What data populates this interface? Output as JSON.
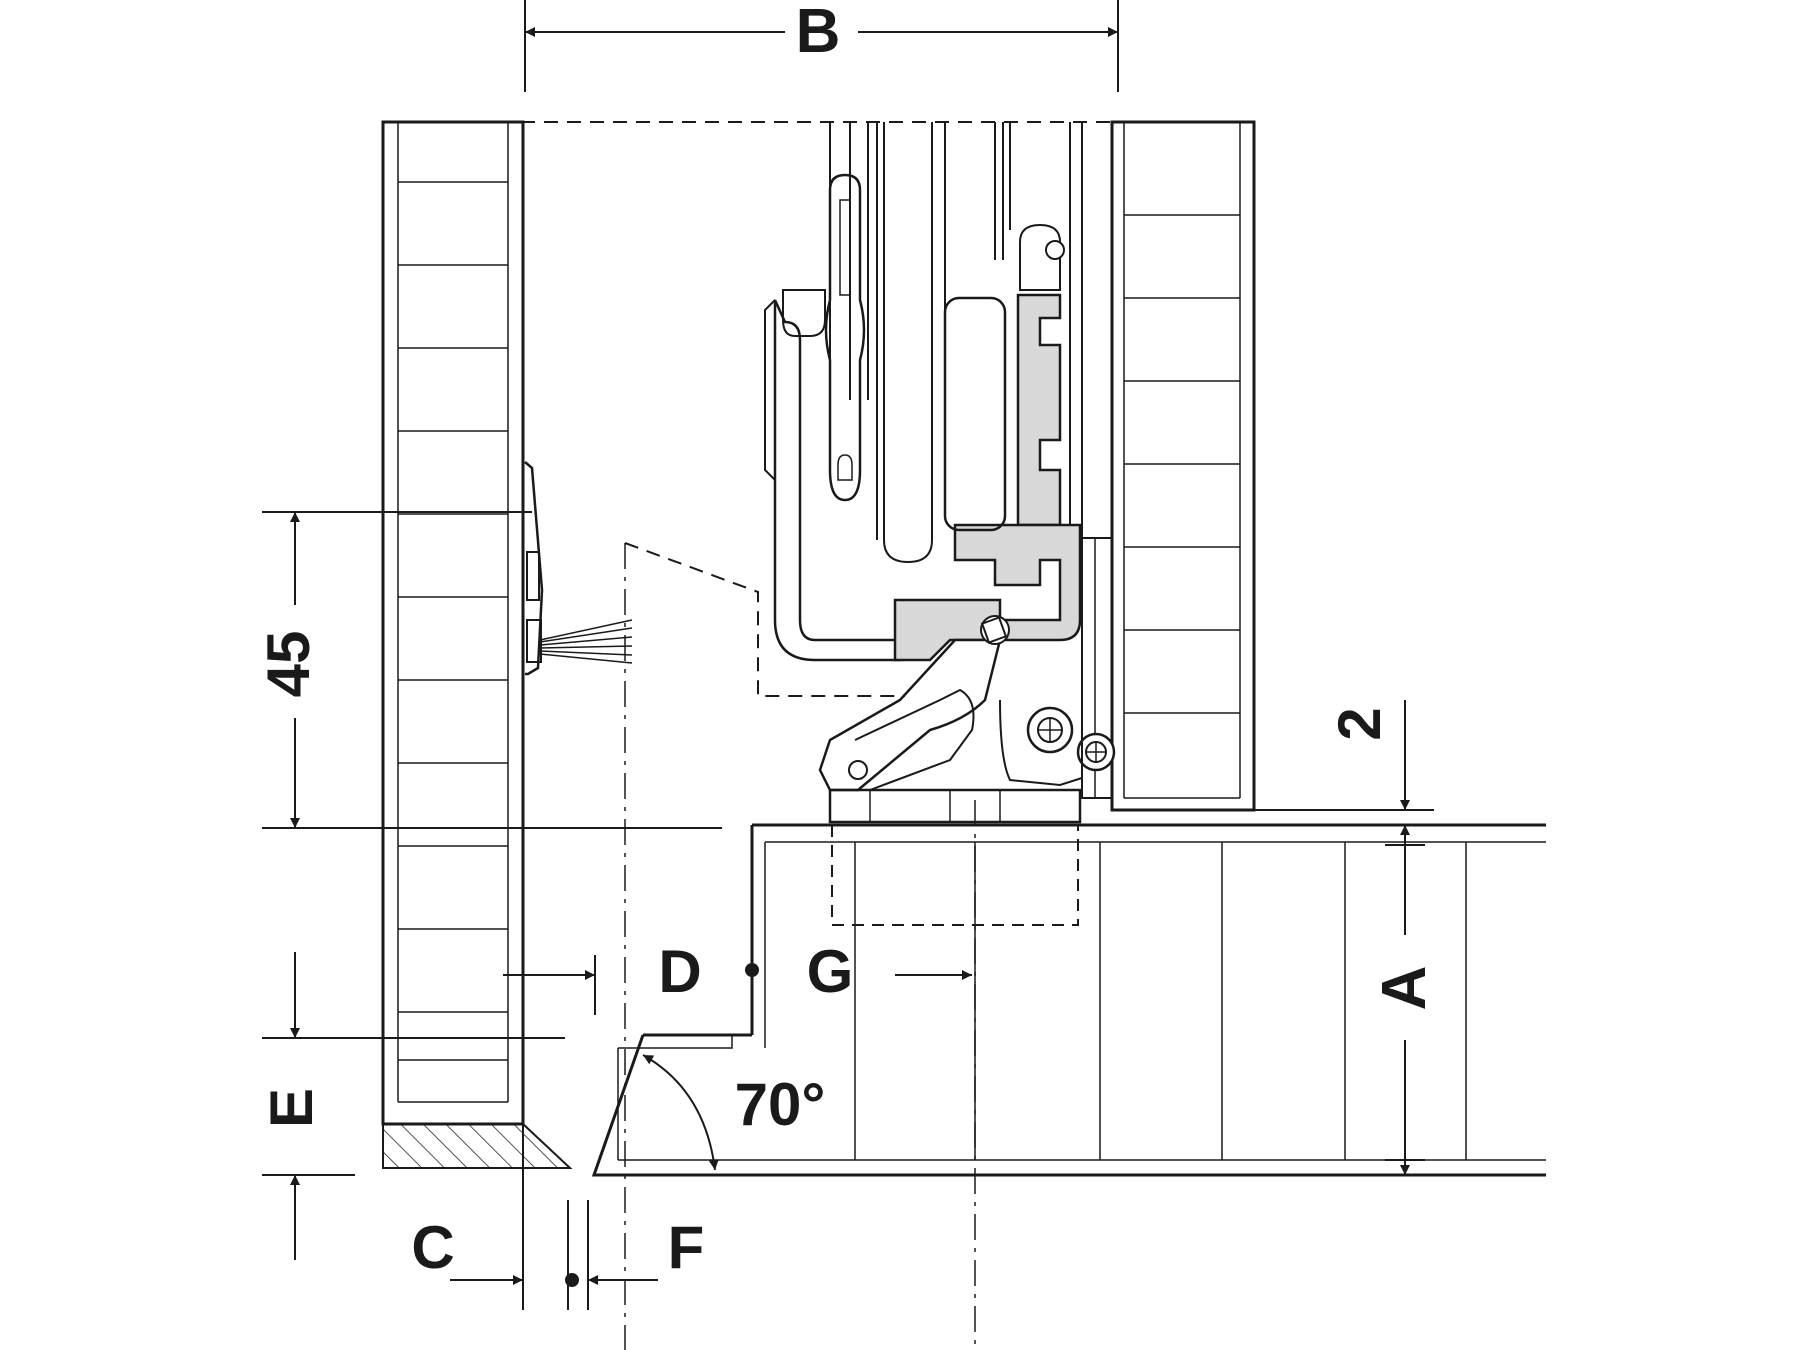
{
  "labels": {
    "B": "B",
    "dim_45": "45",
    "dim_2": "2",
    "A": "A",
    "D": "D",
    "G": "G",
    "E": "E",
    "C": "C",
    "F": "F",
    "angle": "70°"
  },
  "colors": {
    "line": "#1a1a1a",
    "hinge_fill": "#d8d8d8",
    "background": "#ffffff"
  }
}
